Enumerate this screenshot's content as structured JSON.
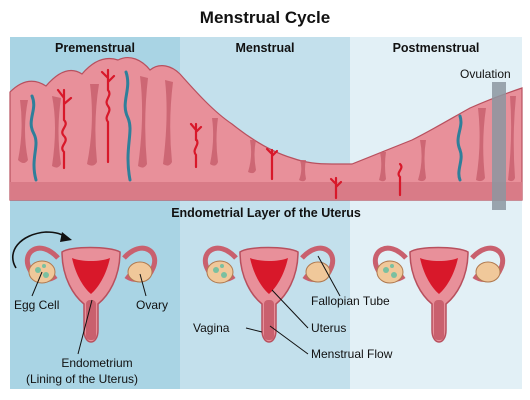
{
  "title": "Menstrual Cycle",
  "phases": [
    "Premenstrual",
    "Menstrual",
    "Postmenstrual"
  ],
  "section_title": "Endometrial Layer of the Uterus",
  "labels": {
    "ovulation": "Ovulation",
    "egg_cell": "Egg Cell",
    "ovary": "Ovary",
    "fallopian_tube": "Fallopian Tube",
    "vagina": "Vagina",
    "uterus": "Uterus",
    "menstrual_flow": "Menstrual Flow",
    "endometrium_line1": "Endometrium",
    "endometrium_line2": "(Lining of the Uterus)"
  },
  "colors": {
    "tissue": "#e8909a",
    "tissue_dark": "#c9606e",
    "vessel_red": "#d8182a",
    "vessel_blue": "#2f7f9a",
    "panel_dark": "#a9d4e4",
    "panel_mid": "#c3e0ec",
    "panel_light": "#e2f0f6"
  }
}
